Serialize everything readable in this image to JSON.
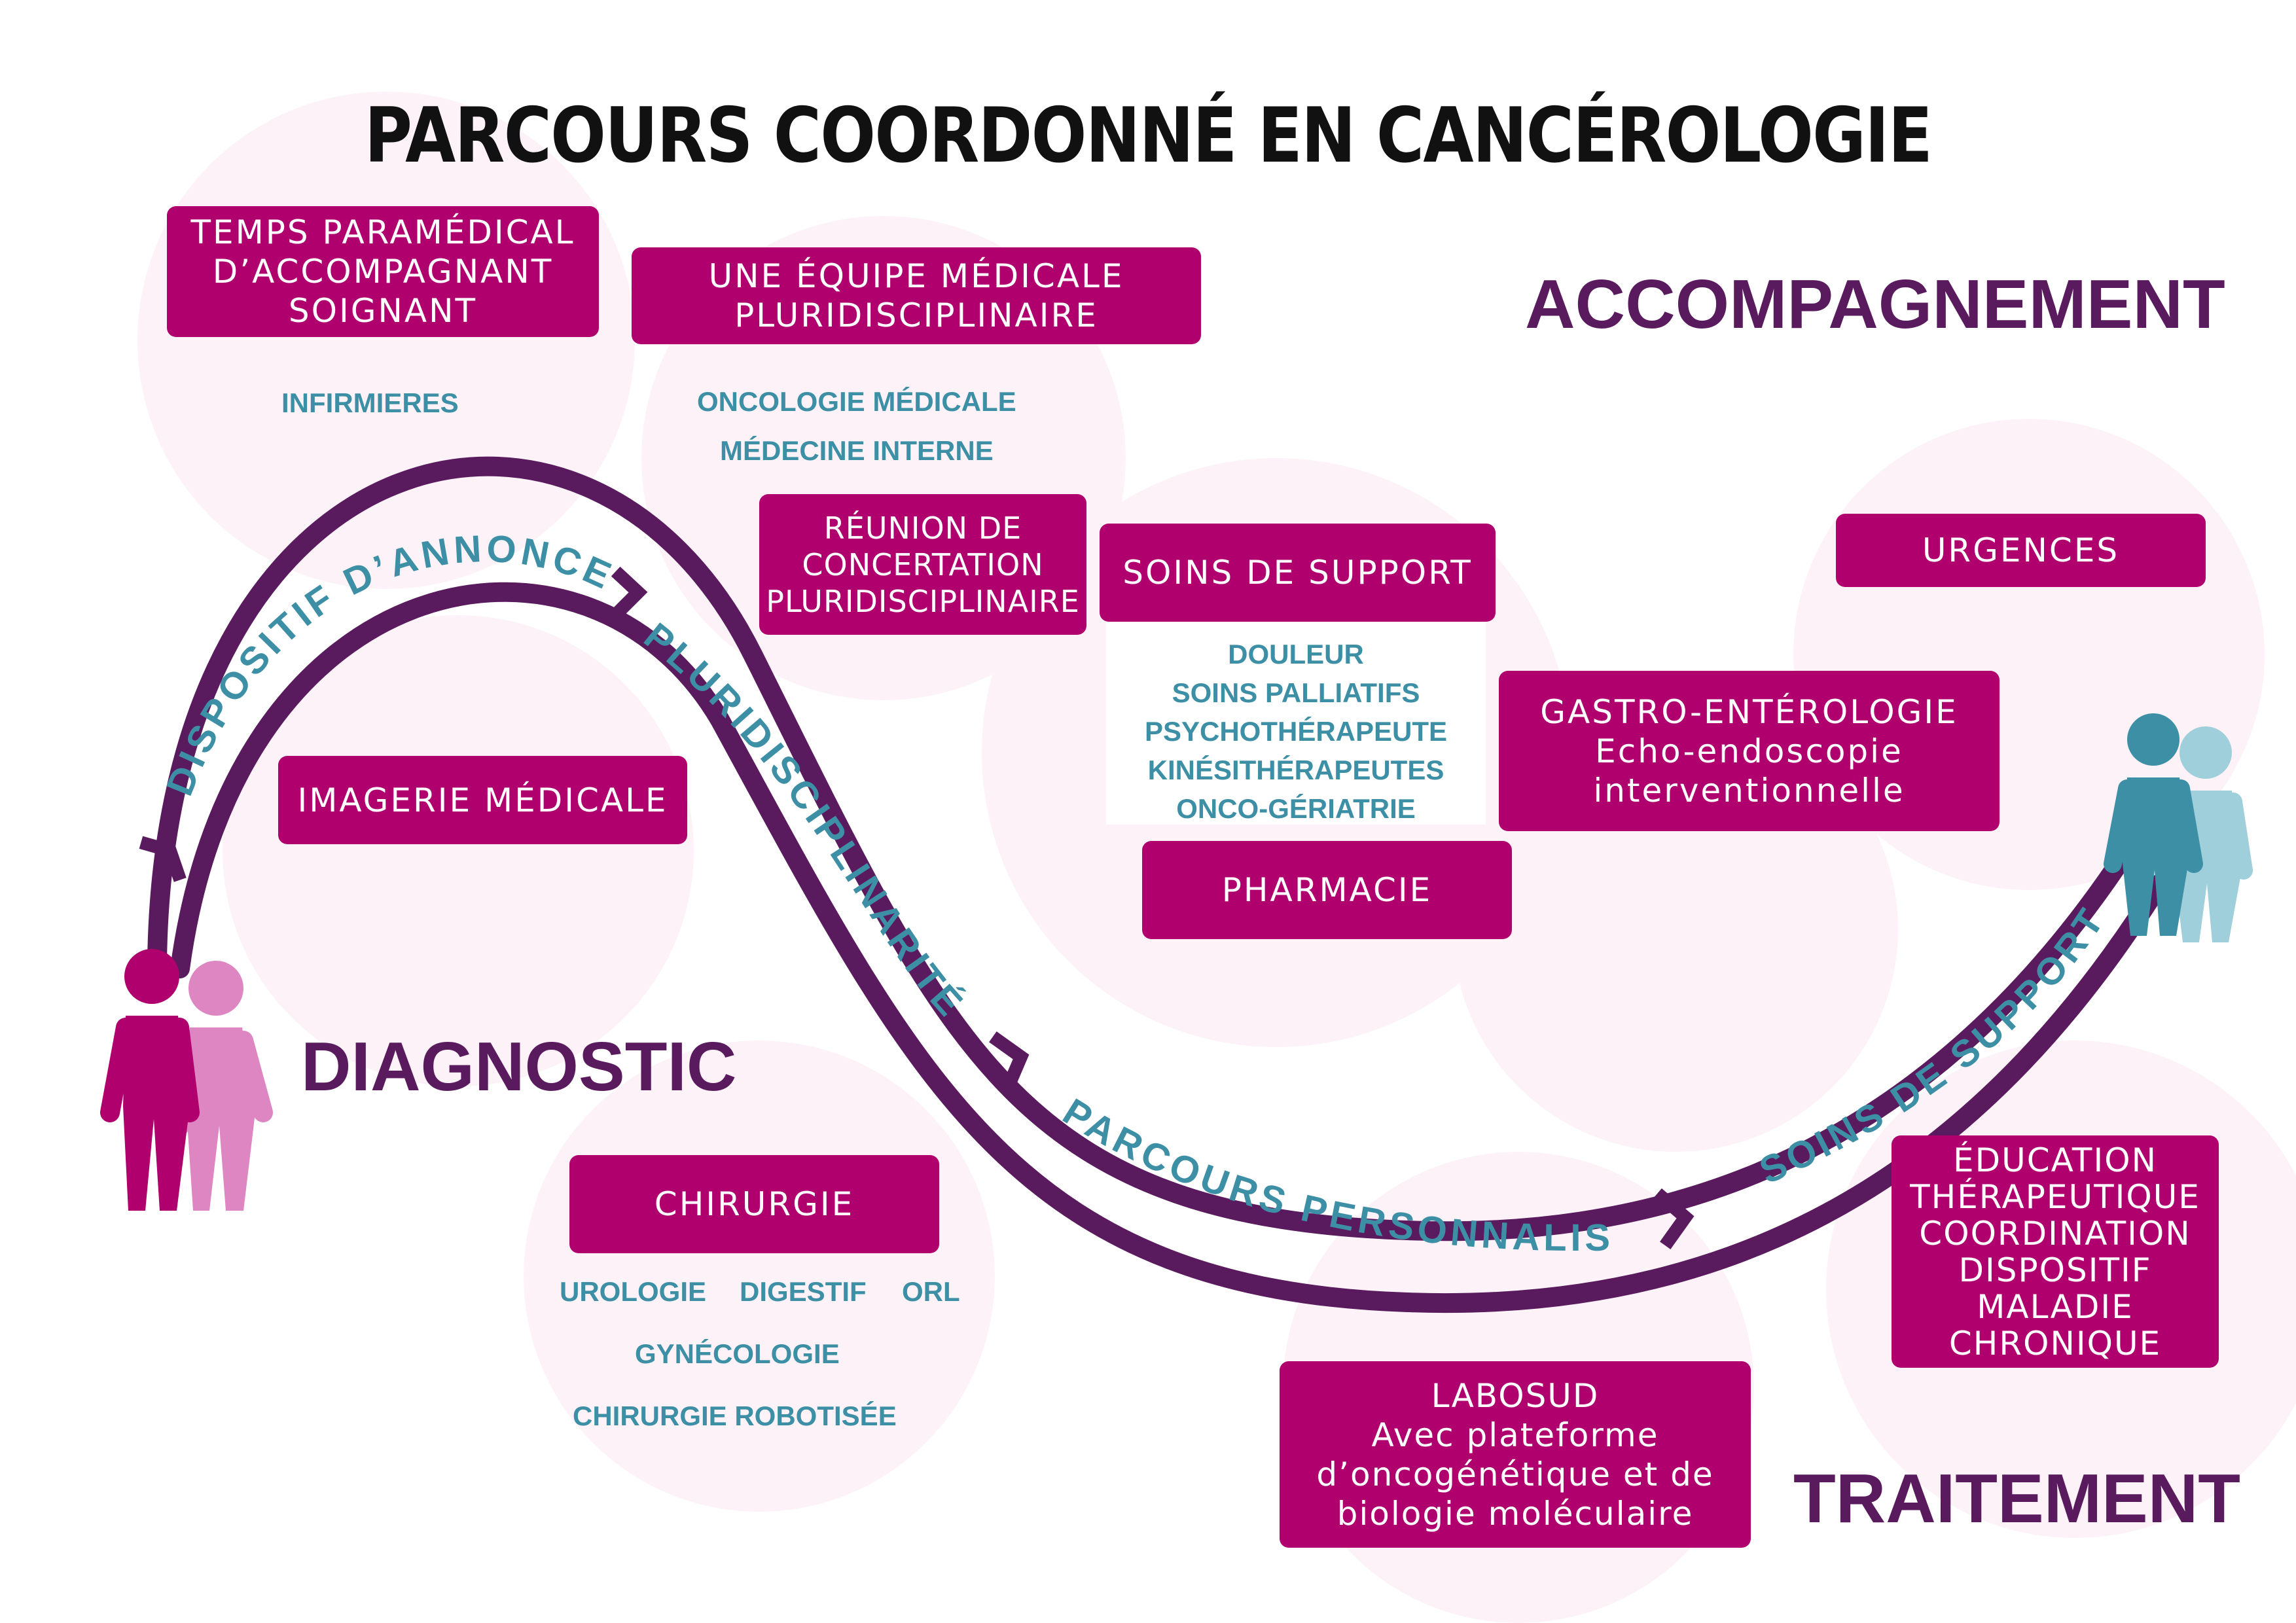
{
  "title": "PARCOURS COORDONNÉ EN CANCÉROLOGIE",
  "phases": {
    "accompagnement": "ACCOMPAGNEMENT",
    "diagnostic": "DIAGNOSTIC",
    "traitement": "TRAITEMENT"
  },
  "boxes": {
    "temps_paramedical": [
      "TEMPS PARAMÉDICAL",
      "D’ACCOMPAGNANT",
      "SOIGNANT"
    ],
    "equipe_medicale": [
      "UNE ÉQUIPE MÉDICALE",
      "PLURIDISCIPLINAIRE"
    ],
    "reunion": [
      "RÉUNION DE",
      "CONCERTATION",
      "PLURIDISCIPLINAIRE"
    ],
    "soins_support": "SOINS DE SUPPORT",
    "urgences": "URGENCES",
    "gastro": [
      "GASTRO-ENTÉROLOGIE",
      "Echo-endoscopie",
      "interventionnelle"
    ],
    "imagerie": "IMAGERIE MÉDICALE",
    "pharmacie": "PHARMACIE",
    "chirurgie": "CHIRURGIE",
    "education": [
      "ÉDUCATION",
      "THÉRAPEUTIQUE",
      "COORDINATION",
      "DISPOSITIF",
      "MALADIE",
      "CHRONIQUE"
    ],
    "labosud": [
      "LABOSUD",
      "Avec plateforme",
      "d’oncogénétique et de",
      "biologie moléculaire"
    ]
  },
  "subs": {
    "infirmieres": "INFIRMIERES",
    "oncologie": "ONCOLOGIE MÉDICALE",
    "medecine": "MÉDECINE INTERNE",
    "soins_items": [
      "DOULEUR",
      "SOINS PALLIATIFS",
      "PSYCHOTHÉRAPEUTE",
      "KINÉSITHÉRAPEUTES",
      "ONCO-GÉRIATRIE"
    ],
    "urologie": "UROLOGIE",
    "digestif": "DIGESTIF",
    "orl": "ORL",
    "gynecologie": "GYNÉCOLOGIE",
    "chirurgie_robot": "CHIRURGIE ROBOTISÉE"
  },
  "path_labels": {
    "dispositif": "DISPOSITIF D’ANNONCE",
    "pluri": "PLURIDISCIPLINARITÉ",
    "parcours": "PARCOURS PERSONNALISÉ",
    "soins": "SOINS DE SUPPORT"
  },
  "colors": {
    "magenta": "#b0006e",
    "purple": "#5a1a5e",
    "teal": "#3d8fa6",
    "pink_person": "#de86c2",
    "light_teal_person": "#9fcfda",
    "circle_bg": "#fcf2f7"
  }
}
